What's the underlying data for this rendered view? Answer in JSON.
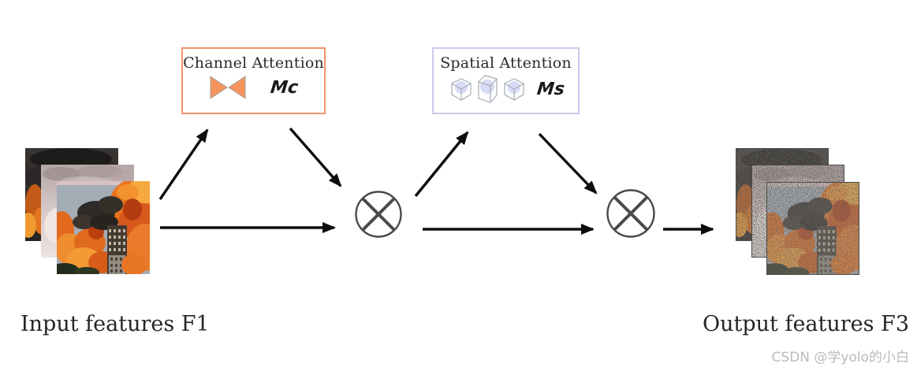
{
  "diagram": {
    "channel_attention": {
      "title": "Channel Attention",
      "symbol": "Mc",
      "icon": "bowtie-icon",
      "border_color": "#f0946c",
      "bowtie_fill": "#f5945c"
    },
    "spatial_attention": {
      "title": "Spatial Attention",
      "symbol": "Ms",
      "icons": [
        "cube-icon",
        "cube-icon",
        "cube-icon"
      ],
      "border_color": "#c9cdea",
      "cube_highlight": "#d8dbf5"
    },
    "operators": [
      {
        "name": "multiply-icon",
        "glyph": "⊗"
      },
      {
        "name": "multiply-icon",
        "glyph": "⊗"
      }
    ],
    "labels": {
      "input": "Input features F1",
      "output": "Output features F3"
    },
    "watermark": "CSDN @学yolo的小白",
    "colors": {
      "arrow": "#0d0d0d",
      "operator_stroke": "#4a4a4a",
      "title_text": "#2b2b2b",
      "label_text": "#262626",
      "watermark_text": "#bababa"
    }
  }
}
